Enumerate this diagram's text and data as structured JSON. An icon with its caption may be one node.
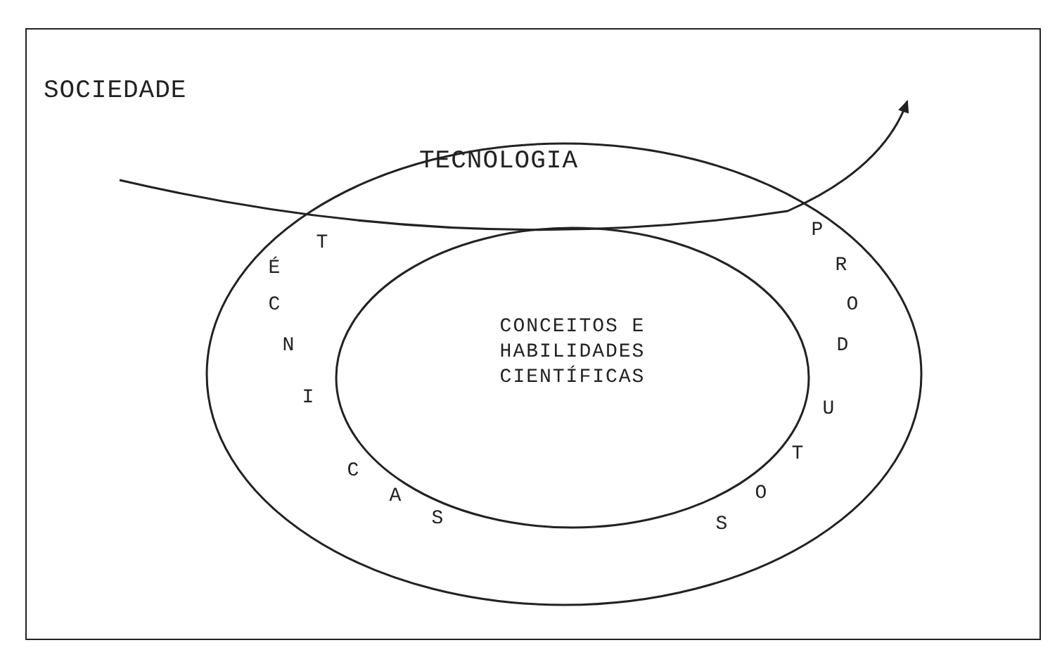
{
  "diagram": {
    "nodes": [
      {
        "text": [
          "SOCIEDADE"
        ]
      },
      {
        "text": [
          "TECNOLOGIA",
          "T",
          "É",
          "C",
          "N",
          "I",
          "C",
          "A",
          "S",
          "P",
          "R",
          "O",
          "D",
          "U",
          "T",
          "O",
          "S"
        ],
        "in": 0
      },
      {
        "text": [
          "CONCEITOS E HABILIDADES CIENTÍFICAS"
        ],
        "in": 1
      }
    ],
    "edges": []
  }
}
